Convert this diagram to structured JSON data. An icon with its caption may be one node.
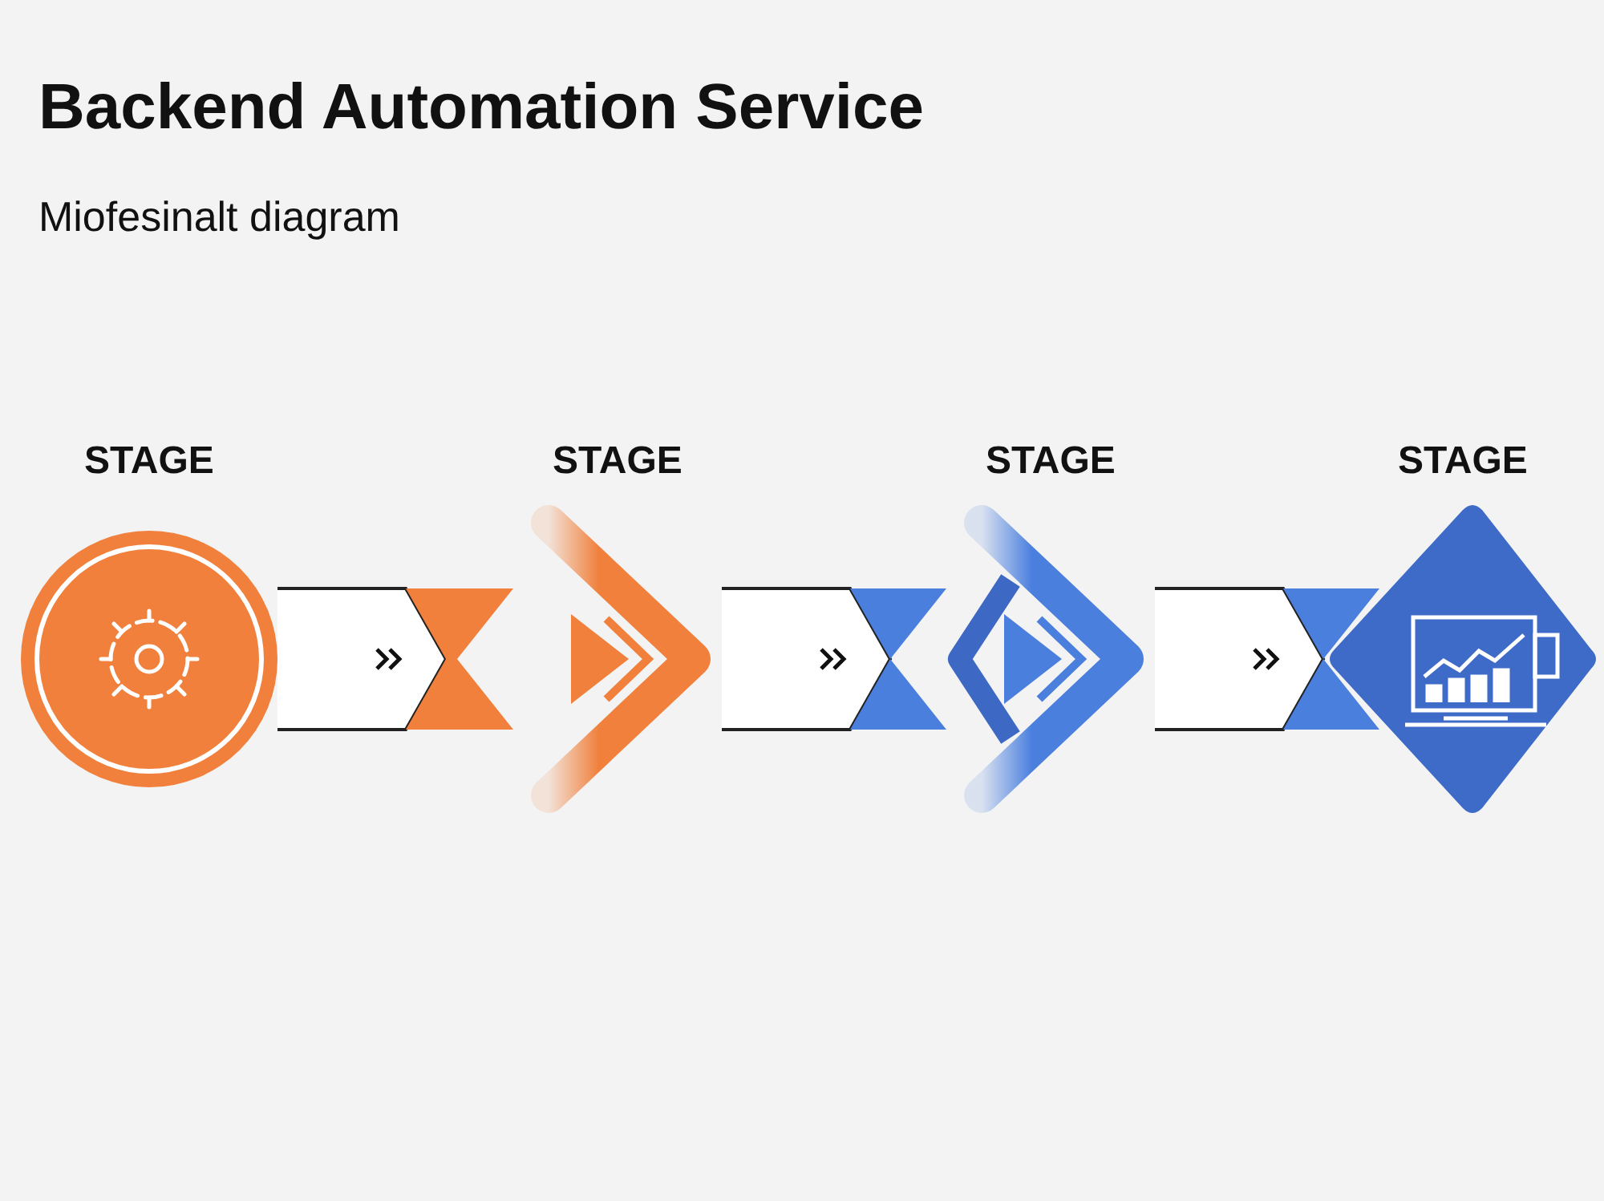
{
  "diagram": {
    "title": "Backend Automation Service",
    "nodes": [
      {
        "text": [
          "STAGE"
        ]
      },
      {
        "text": [
          "STAGE"
        ]
      },
      {
        "text": [
          "STAGE"
        ]
      },
      {
        "text": [
          "STAGE"
        ]
      }
    ],
    "edges": [
      {
        "from": 0,
        "to": 1,
        "arrow": "to",
        "color": "#f0803c"
      },
      {
        "from": 1,
        "to": 2,
        "arrow": "to"
      },
      {
        "from": 2,
        "to": 3,
        "arrow": "to"
      }
    ],
    "labels": [
      "Miofesinalt diagram"
    ]
  }
}
